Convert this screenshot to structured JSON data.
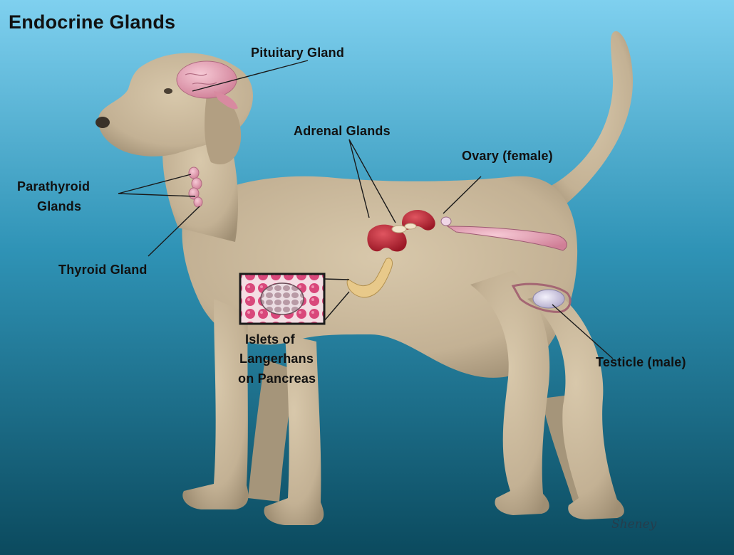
{
  "title": "Endocrine Glands",
  "labels": {
    "pituitary": "Pituitary Gland",
    "adrenal": "Adrenal Glands",
    "ovary": "Ovary (female)",
    "parathyroid_line1": "Parathyroid",
    "parathyroid_line2": "Glands",
    "thyroid": "Thyroid Gland",
    "islets_line1": "Islets of",
    "islets_line2": "Langerhans",
    "islets_line3": "on Pancreas",
    "testicle": "Testicle (male)"
  },
  "signature": "Sheney",
  "colors": {
    "background_top": "#7fd0ef",
    "background_bottom": "#0b4a5e",
    "dog_fur": "#c8b79b",
    "organ_pink": "#e49bb0",
    "adrenal_red": "#c42a38",
    "pancreas": "#e8c98a"
  }
}
